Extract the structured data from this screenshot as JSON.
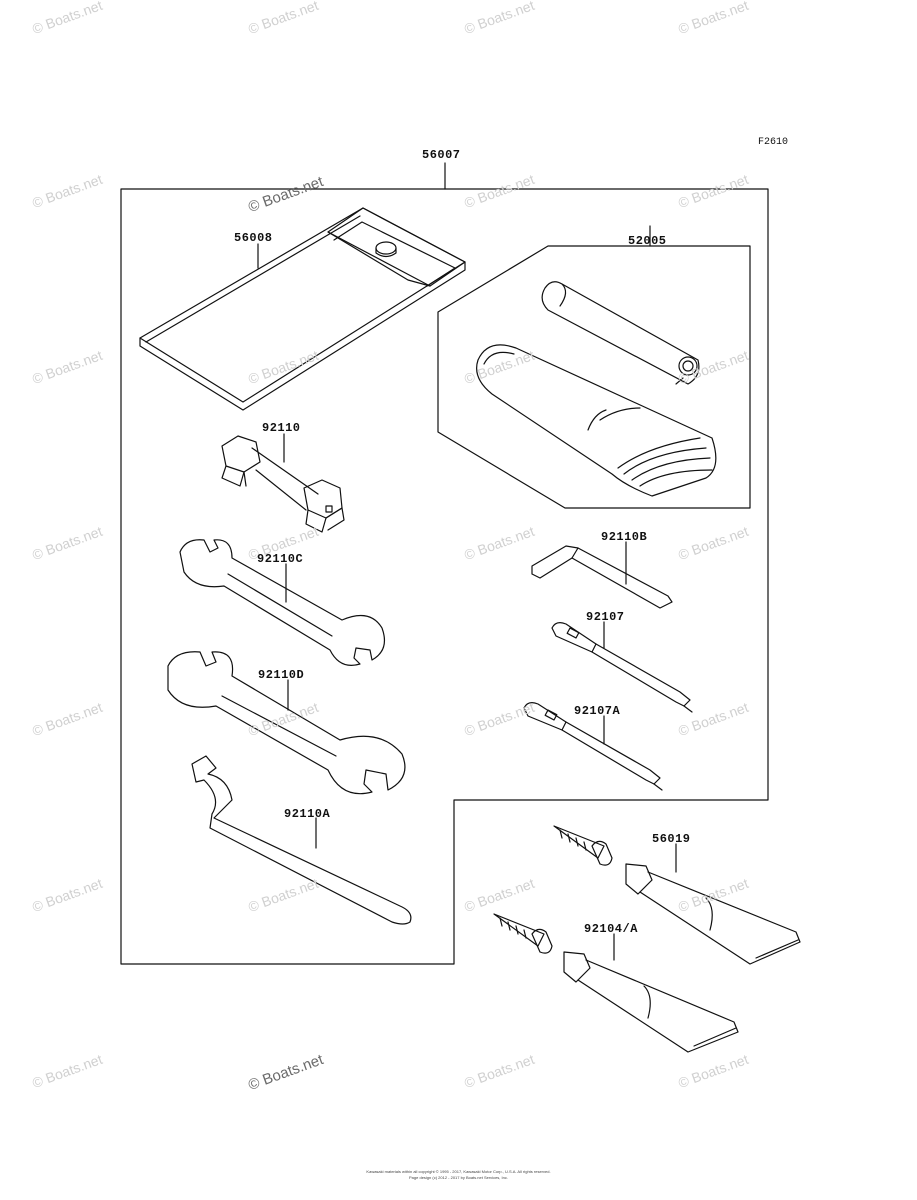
{
  "figure": {
    "code": "F2610"
  },
  "watermark": {
    "text": "© Boats.net"
  },
  "parts": {
    "tool_kit": "56007",
    "tool_bag": "56008",
    "pouch_set": "52005",
    "plug_wrench": "92110",
    "wrench_c": "92110C",
    "wrench_d": "92110D",
    "hook_wrench": "92110A",
    "hex_key": "92110B",
    "screwdriver": "92107",
    "screwdriver_a": "92107A",
    "grease_tube_1": "56019",
    "grease_tube_2": "92104/A"
  },
  "footer": {
    "line1": "Kawasaki materials within all copyright © 1995 - 2017, Kawasaki Motor Corp., U.S.A. All rights reserved.",
    "line2": "Page design (c) 2012 - 2017 by Boats.net Services, Inc."
  }
}
